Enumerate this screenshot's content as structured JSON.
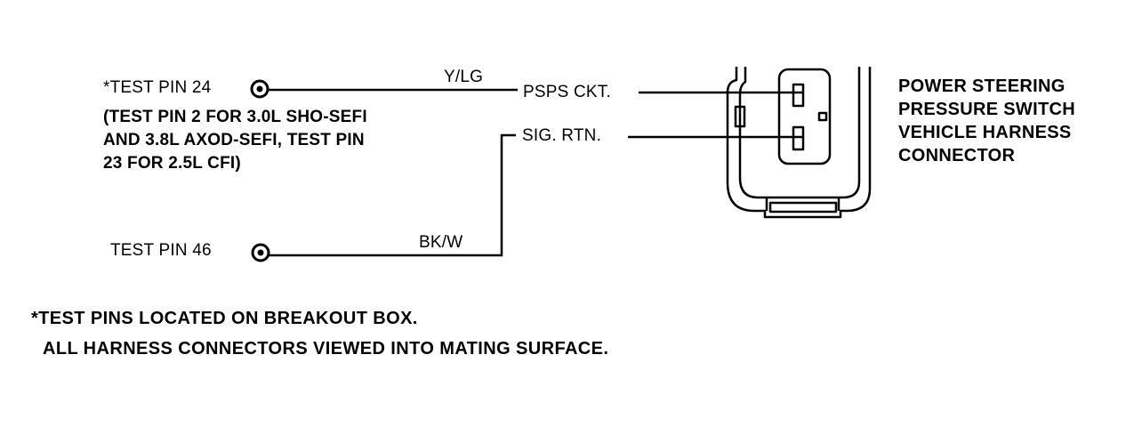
{
  "pin24": {
    "label": "*TEST PIN 24",
    "note_lines": [
      "(TEST PIN 2 FOR 3.0L SHO-SEFI",
      "AND 3.8L AXOD-SEFI, TEST PIN",
      "23 FOR 2.5L CFI)"
    ]
  },
  "pin46": {
    "label": "TEST PIN 46"
  },
  "wires": {
    "upper_color": "Y/LG",
    "lower_color": "BK/W"
  },
  "circuits": {
    "psps": "PSPS CKT.",
    "sig_rtn": "SIG. RTN."
  },
  "connector": {
    "caption_lines": [
      "POWER STEERING",
      "PRESSURE SWITCH",
      "VEHICLE HARNESS",
      "CONNECTOR"
    ]
  },
  "footnote": {
    "line1": "*TEST PINS LOCATED ON BREAKOUT BOX.",
    "line2": "ALL HARNESS CONNECTORS VIEWED INTO MATING SURFACE."
  }
}
